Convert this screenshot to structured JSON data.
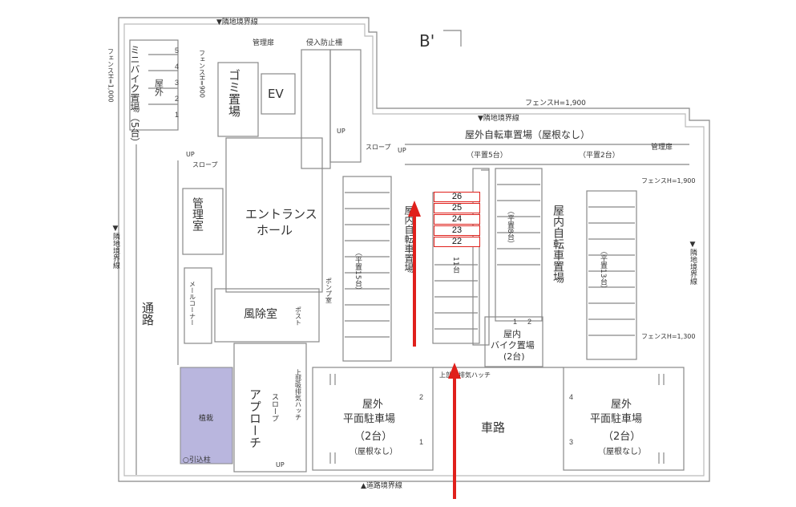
{
  "header": {
    "b_marker": "B'"
  },
  "labels": {
    "boundary_top": "▼隣地境界線",
    "mgmt_door_top": "管理扉",
    "intrusion_fence": "侵入防止柵",
    "minibike": "ミニバイク置場（5台）",
    "minibike_sub": "屋外",
    "fence_small": "フェンスH=900",
    "garbage": "ゴミ置場",
    "ev": "EV",
    "boundary_mid": "▼隣地境界線",
    "fence_1900": "フェンスH=1,900",
    "outdoor_bicycle": "屋外自転車置場（屋根なし）",
    "flat5": "（平置5台）",
    "flat2": "（平置2台）",
    "mgmt_door_right": "管理扉",
    "fence_left": "フェンスH=1,000",
    "slope_left": "スロープ",
    "up_left": "UP",
    "mgmt_room": "管理室",
    "entrance_hall": "エントランスホール",
    "mailbox": "メールコーナー",
    "windbreak": "風除室",
    "road": "通路",
    "indoor_bicycle": "屋内自転車置場",
    "indoor_bicycle_dup": "屋内自転車置場",
    "rack15": "（平置15台）",
    "rack11": "11台",
    "rack8": "（平置8台）",
    "rack13": "（平置13台）",
    "indoor_bike": "屋内バイク置場（2台）",
    "fence_1900_right": "フェンスH=1,900",
    "fence_1300": "フェンスH=1,300",
    "boundary_right": "▼隣地境界線",
    "boundary_left": "▼隣地境界線",
    "hatch": "上部吸排気ハッチ",
    "hatch2": "上部吸排気ハッチ",
    "planting": "植栽",
    "lead_in": "○引込柱",
    "approach": "アプローチ",
    "slope_approach": "スロープ",
    "up_bottom": "UP",
    "parking_left_l1": "屋外",
    "parking_left_l2": "平面駐車場",
    "parking_left_l3": "（2台）",
    "parking_left_l4": "（屋根なし）",
    "driveway": "車路",
    "parking_right_l1": "屋外",
    "parking_right_l2": "平面駐車場",
    "parking_right_l3": "（2台）",
    "parking_right_l4": "（屋根なし）",
    "boundary_bottom": "▲道路境界線",
    "pump": "ポンプ室",
    "slope_mid": "スロープ",
    "up_mid": "UP",
    "up_mid2": "UP",
    "mb_box": "ポスト"
  },
  "stall_numbers": {
    "minibike": [
      "5",
      "4",
      "3",
      "2",
      "1"
    ],
    "left_parking": [
      "2",
      "1"
    ],
    "right_parking": [
      "4",
      "3"
    ],
    "bike": [
      "1",
      "2"
    ]
  },
  "highlight_boxes": [
    "26",
    "25",
    "24",
    "23",
    "22"
  ],
  "colors": {
    "arrow": "#e0201b",
    "planting": "#b9b6de",
    "line": "#777777"
  }
}
